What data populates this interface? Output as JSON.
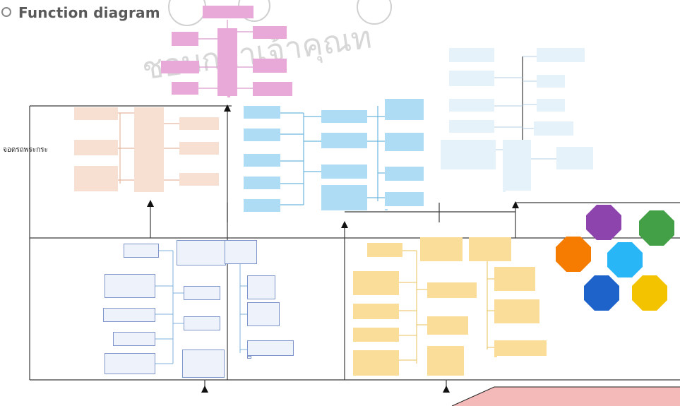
{
  "title": "Function diagram",
  "side_label": "จอดรถพระกระ",
  "watermark": "ชอบกล้าเจ้าคุณท",
  "footer_note": "",
  "colors": {
    "magenta": "#e8a9d9",
    "peach": "#f7dfd2",
    "blue": "#aedcf4",
    "pale_blue": "#e6f2fa",
    "lavender": "#eef2fb",
    "yellow": "#f9dd99",
    "line": "#3a3a3a",
    "yellow_line": "#e8c25a",
    "oct_purple": "#8e44ad",
    "oct_green": "#43a047",
    "oct_orange": "#f57c00",
    "oct_cyan": "#29b6f6",
    "oct_blue": "#1e63c9",
    "oct_yellow": "#f4c300"
  },
  "magenta_group": [
    {
      "text": ""
    },
    {
      "text": ""
    },
    {
      "text": ""
    },
    {
      "text": ""
    },
    {
      "text": ""
    },
    {
      "text": ""
    },
    {
      "text": ""
    },
    {
      "text": ""
    },
    {
      "text": ""
    }
  ],
  "peach_group": [
    {
      "text": ""
    },
    {
      "text": ""
    },
    {
      "text": ""
    },
    {
      "text": ""
    },
    {
      "text": ""
    },
    {
      "text": ""
    },
    {
      "text": ""
    }
  ],
  "blue_group": [
    {
      "text": ""
    },
    {
      "text": ""
    },
    {
      "text": ""
    },
    {
      "text": ""
    },
    {
      "text": ""
    },
    {
      "text": ""
    },
    {
      "text": ""
    },
    {
      "text": ""
    },
    {
      "text": ""
    },
    {
      "text": ""
    },
    {
      "text": ""
    },
    {
      "text": ""
    },
    {
      "text": ""
    },
    {
      "text": ""
    }
  ],
  "paleblue_group": [
    {
      "text": ""
    },
    {
      "text": ""
    },
    {
      "text": ""
    },
    {
      "text": ""
    },
    {
      "text": ""
    },
    {
      "text": ""
    },
    {
      "text": ""
    },
    {
      "text": ""
    },
    {
      "text": ""
    },
    {
      "text": ""
    },
    {
      "text": ""
    },
    {
      "text": ""
    }
  ],
  "lavender_group": [
    {
      "text": ""
    },
    {
      "text": ""
    },
    {
      "text": ""
    },
    {
      "text": ""
    },
    {
      "text": ""
    },
    {
      "text": ""
    },
    {
      "text": ""
    },
    {
      "text": ""
    },
    {
      "text": ""
    },
    {
      "text": ""
    },
    {
      "text": ""
    },
    {
      "text": ""
    },
    {
      "text": ""
    },
    {
      "text": ""
    }
  ],
  "yellow_group": [
    {
      "text": ""
    },
    {
      "text": ""
    },
    {
      "text": ""
    },
    {
      "text": ""
    },
    {
      "text": ""
    },
    {
      "text": ""
    },
    {
      "text": ""
    },
    {
      "text": ""
    },
    {
      "text": ""
    },
    {
      "text": ""
    },
    {
      "text": ""
    },
    {
      "text": ""
    },
    {
      "text": ""
    },
    {
      "text": ""
    }
  ],
  "legend": [
    {
      "text": ""
    },
    {
      "text": ""
    },
    {
      "text": ""
    },
    {
      "text": ""
    },
    {
      "text": ""
    },
    {
      "text": ""
    }
  ]
}
